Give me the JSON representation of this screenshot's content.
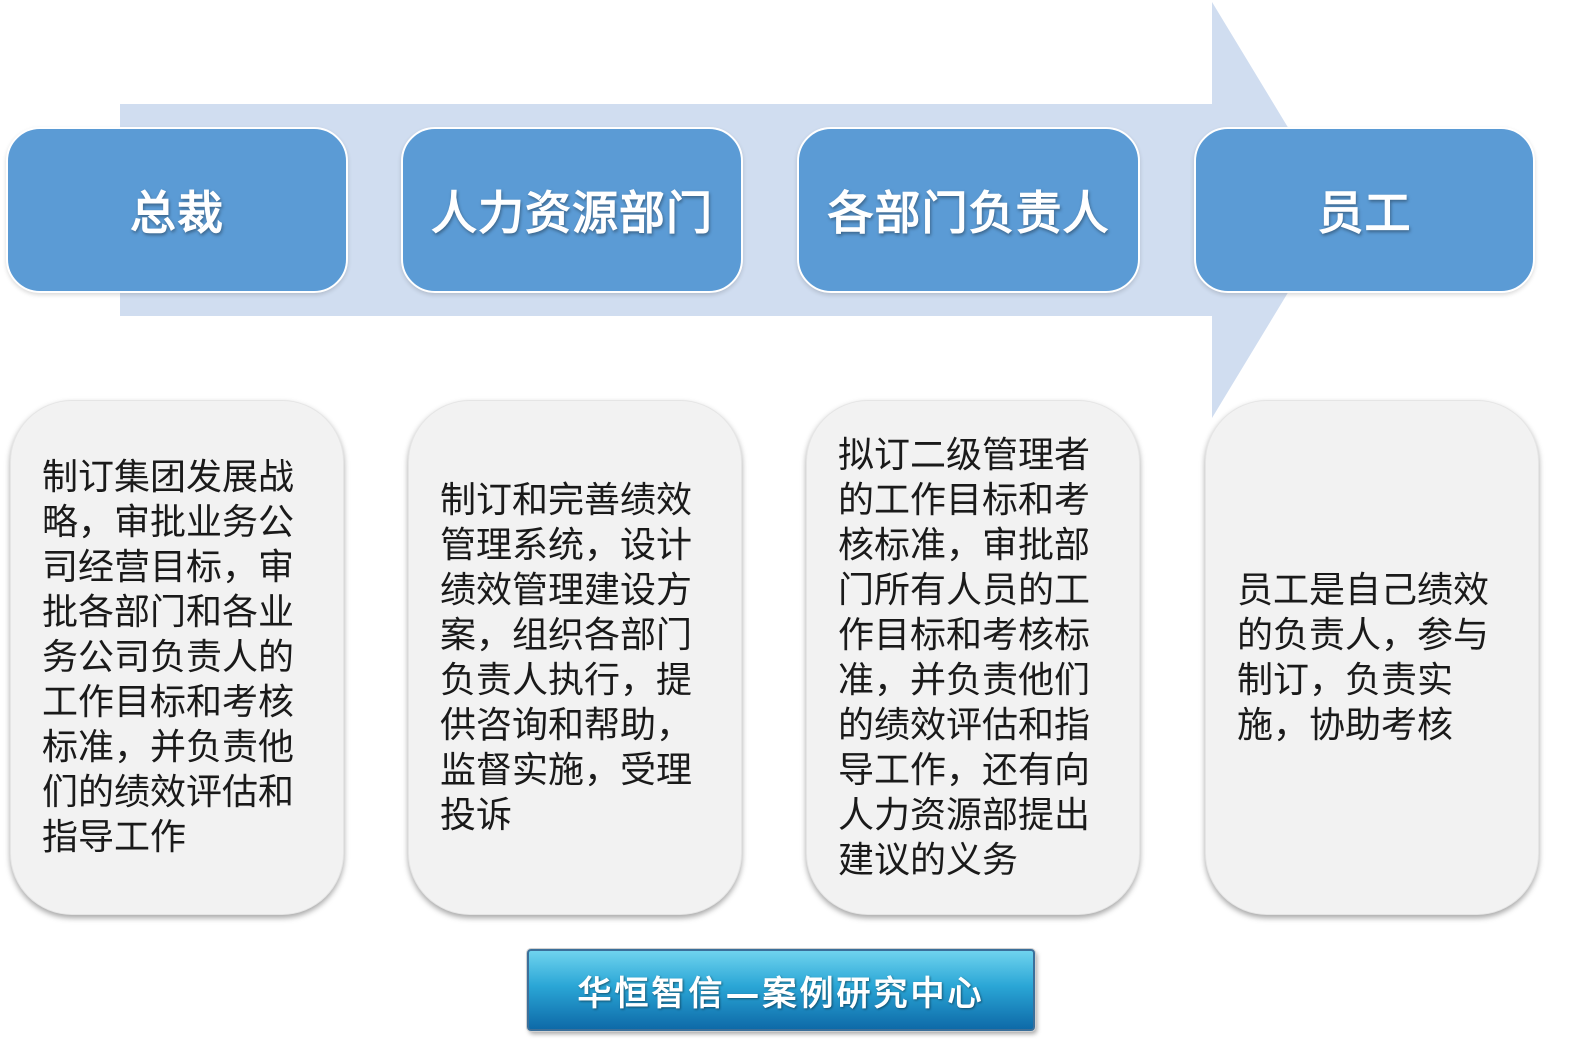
{
  "flow": {
    "arrow_color": "#d0ddf0",
    "header_color": "#5b9bd5",
    "stages": [
      {
        "title": "总裁",
        "description": "制订集团发展战略，审批业务公司经营目标，审批各部门和各业务公司负责人的工作目标和考核标准，并负责他们的绩效评估和指导工作"
      },
      {
        "title": "人力资源部门",
        "description": "制订和完善绩效管理系统，设计绩效管理建设方案，组织各部门负责人执行，提供咨询和帮助，监督实施，受理投诉"
      },
      {
        "title": "各部门负责人",
        "description": "拟订二级管理者的工作目标和考核标准，审批部门所有人员的工作目标和考核标准，并负责他们的绩效评估和指导工作，还有向人力资源部提出建议的义务"
      },
      {
        "title": "员工",
        "description": "员工是自己绩效的负责人，参与制订，负责实施，协助考核"
      }
    ]
  },
  "footer": {
    "banner_text": "华恒智信—案例研究中心"
  }
}
